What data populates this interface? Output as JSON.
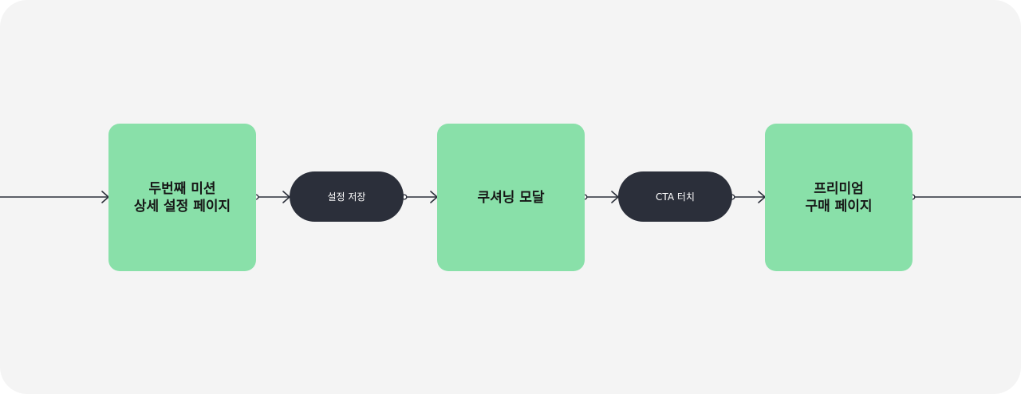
{
  "nodes": [
    {
      "lines": [
        "두번째 미션",
        "상세 설정 페이지"
      ]
    },
    {
      "lines": [
        "쿠셔닝 모달"
      ]
    },
    {
      "lines": [
        "프리미엄",
        "구매 페이지"
      ]
    }
  ],
  "actions": [
    {
      "label": "설정 저장"
    },
    {
      "label": "CTA 터치"
    }
  ],
  "colors": {
    "background": "#f4f4f4",
    "node_fill": "#89e0a9",
    "action_fill": "#2b2f3a",
    "line": "#2b2f3a"
  }
}
